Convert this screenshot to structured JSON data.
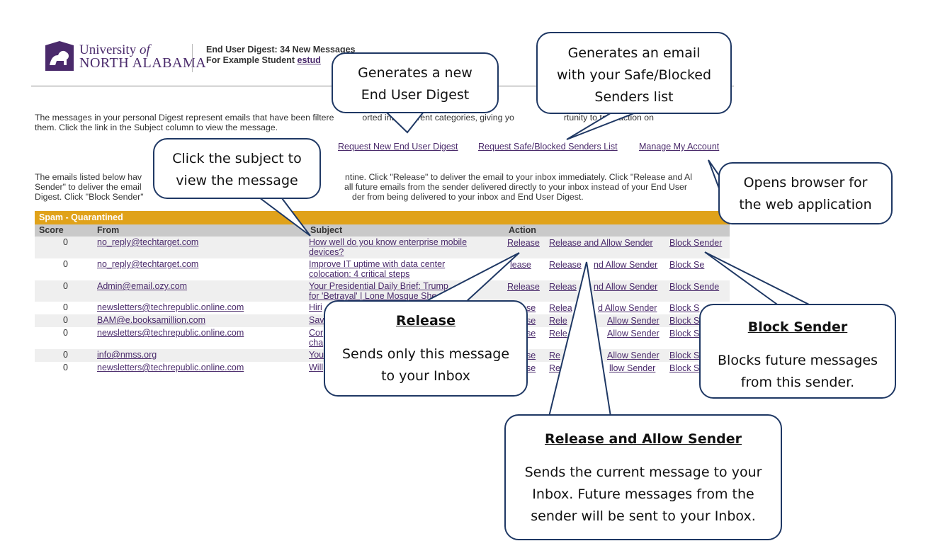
{
  "header": {
    "logo_line1_a": "University",
    "logo_line1_b": "of",
    "logo_line2": "NORTH ALABAMA",
    "digest_title": "End User Digest: 34 New Messages",
    "digest_user_prefix": "For Example Student",
    "digest_user_link": "estud"
  },
  "intro": {
    "text_a": "The messages in your personal Digest represent emails that have been filtere",
    "text_b": "orted into different categories, giving yo",
    "text_c": "rtunity to take action on",
    "text_d": "them. Click the link in the Subject column to view the message."
  },
  "request_links": {
    "new_digest": "Request New End User Digest",
    "safe_blocked": "Request Safe/Blocked Senders List",
    "manage": "Manage My Account"
  },
  "explain": {
    "line1_a": "The emails listed below hav",
    "line1_b": "ntine. Click \"Release\" to deliver the email to your inbox immediately. Click \"Release and Al",
    "line2_a": "Sender\" to deliver the email",
    "line2_b": "all future emails from the sender delivered directly to your inbox instead of your End User",
    "line3_a": "Digest. Click \"Block Sender\"",
    "line3_b": "der from being delivered to your inbox and End User Digest."
  },
  "table": {
    "section_title": "Spam - Quarantined",
    "columns": {
      "score": "Score",
      "from": "From",
      "subject": "Subject",
      "action": "Action"
    },
    "rows": [
      {
        "score": "0",
        "from": "no_reply@techtarget.com",
        "subject_1": "How well do you know enterprise mobile",
        "subject_2": "devices?",
        "a1": "Release",
        "a2": "Release and Allow Sender",
        "a3": "Block Sender"
      },
      {
        "score": "0",
        "from": "no_reply@techtarget.com",
        "subject_1": "Improve IT uptime with data center",
        "subject_2": "colocation: 4 critical steps",
        "a1": "lease",
        "a2": "Release",
        "a2b": "nd Allow Sender",
        "a3": "Block Se"
      },
      {
        "score": "0",
        "from": "Admin@email.ozy.com",
        "subject_1": "Your Presidential Daily Brief: Trump",
        "subject_2": "for 'Betrayal' | Lone Mosque She",
        "a1": "Release",
        "a2": "Releas",
        "a2b": "nd Allow Sender",
        "a3": "Block Sende"
      },
      {
        "score": "0",
        "from": "newsletters@techrepublic.online.com",
        "subject_1": "Hiri",
        "a1": "se",
        "a2": "Relea",
        "a2b": "d Allow Sender",
        "a3": "Block S"
      },
      {
        "score": "0",
        "from": "BAM@e.booksamillion.com",
        "subject_1": "Sav",
        "a1": "se",
        "a2": "Rele",
        "a2b": "Allow Sender",
        "a3": "Block S"
      },
      {
        "score": "0",
        "from": "newsletters@techrepublic.online.com",
        "subject_1": "Cor",
        "subject_2": "cha",
        "a1": "se",
        "a2": "Rele",
        "a2b": "Allow Sender",
        "a3": "Block S"
      },
      {
        "score": "0",
        "from": "info@nmss.org",
        "subject_1": "You",
        "a1": "se",
        "a2": "Re",
        "a2b": "Allow Sender",
        "a3": "Block S"
      },
      {
        "score": "0",
        "from": "newsletters@techrepublic.online.com",
        "subject_1": "Will",
        "a1": "se",
        "a2": "Re",
        "a2b": "llow Sender",
        "a3": "Block S"
      }
    ]
  },
  "callouts": {
    "new_digest": [
      "Generates a new",
      "End User Digest"
    ],
    "safe_blocked": [
      "Generates an email",
      "with your Safe/Blocked",
      "Senders list"
    ],
    "subject": [
      "Click the subject to",
      "view the message"
    ],
    "browser": [
      "Opens browser for",
      "the web application"
    ],
    "release": {
      "title": "Release",
      "body": [
        "Sends only this message",
        "to your Inbox"
      ]
    },
    "block": {
      "title": "Block Sender",
      "body": [
        "Blocks future messages",
        "from this sender."
      ]
    },
    "release_allow": {
      "title": "Release and Allow Sender",
      "body": [
        "Sends the current message to your",
        "Inbox. Future messages from the",
        "sender will be sent to your Inbox."
      ]
    }
  },
  "colors": {
    "accent": "#e0a21a",
    "brand": "#4a2a6b",
    "callout_border": "#1f3864"
  }
}
